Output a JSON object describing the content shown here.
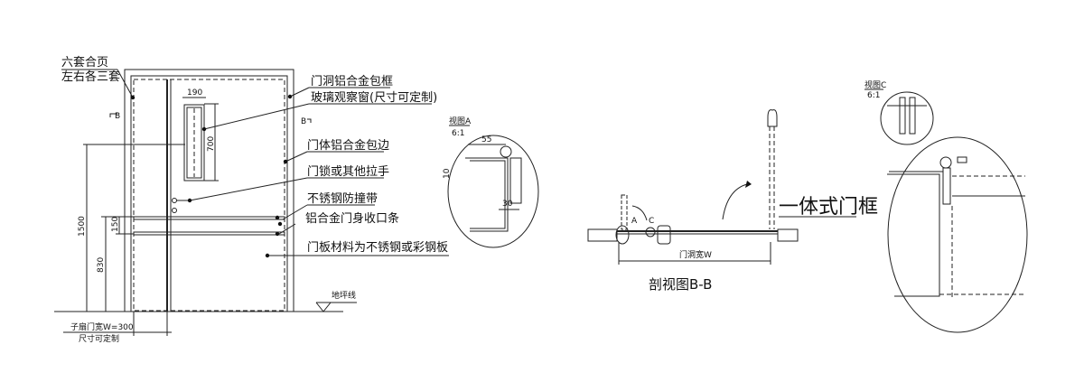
{
  "elevation": {
    "hinge_label_1": "六套合页",
    "hinge_label_2": "左右各三套",
    "callouts": [
      "门洞铝合金包框",
      "玻璃观察窗(尺寸可定制)",
      "门体铝合金包边",
      "门锁或其他拉手",
      "不锈钢防撞带",
      "铝合金门身收口条",
      "门板材料为不锈钢或彩钢板"
    ],
    "section_mark_left": "B",
    "section_mark_right": "B",
    "dims": {
      "window_width": "190",
      "window_height": "700",
      "h1500": "1500",
      "h830": "830",
      "h150": "150"
    },
    "floor_label": "地坪线",
    "sub_leaf_1": "子扇门宽W=300",
    "sub_leaf_2": "尺寸可定制"
  },
  "detail_a": {
    "title": "视图A",
    "scale": "6:1",
    "d55": "55",
    "d10": "10",
    "d30": "30"
  },
  "section": {
    "title": "剖视图B-B",
    "width_label": "门洞宽W",
    "mark_a": "A",
    "mark_c": "C"
  },
  "detail_c": {
    "title": "视图C",
    "scale": "6:1"
  },
  "frame_label": "一体式门框"
}
